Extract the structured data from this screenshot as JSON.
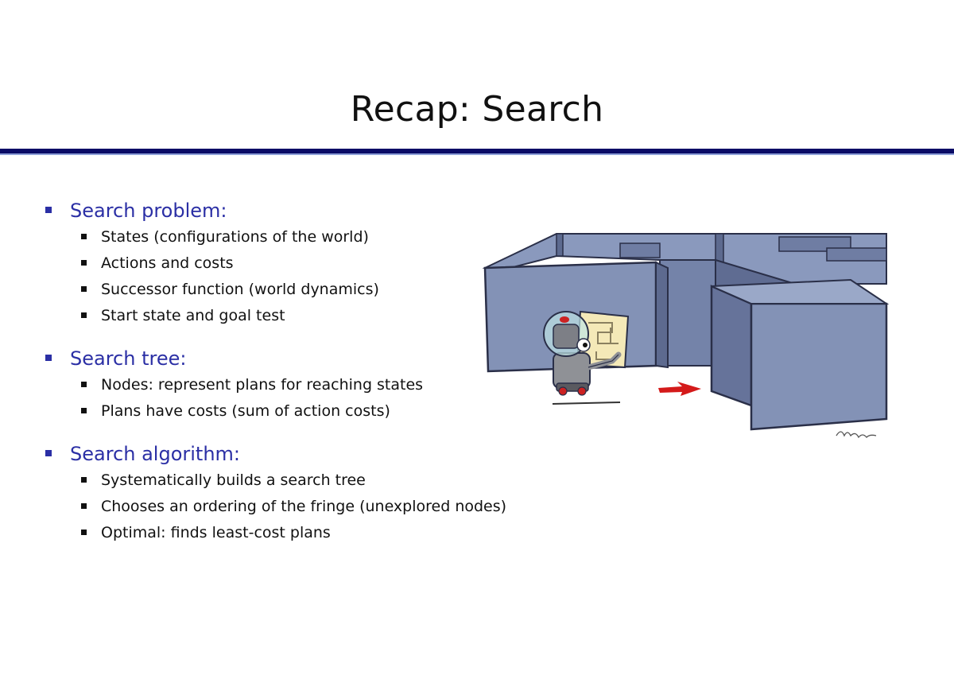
{
  "slide": {
    "title": "Recap: Search",
    "sections": [
      {
        "heading": "Search problem:",
        "items": [
          "States (configurations of the world)",
          "Actions and costs",
          "Successor function (world dynamics)",
          "Start state and goal test"
        ]
      },
      {
        "heading": "Search tree:",
        "items": [
          "Nodes: represent plans for reaching states",
          "Plans have costs (sum of action costs)"
        ]
      },
      {
        "heading": "Search algorithm:",
        "items": [
          "Systematically builds a search tree",
          "Chooses an ordering of the fringe (unexplored nodes)",
          "Optimal: finds least-cost plans"
        ]
      }
    ]
  },
  "colors": {
    "heading": "#2b2fa5",
    "rule": "#0b0c66",
    "maze_wall": "#8392b6",
    "arrow": "#d41a1a"
  },
  "illustration": {
    "icon": "robot-in-maze-illustration",
    "signature": "Ketrina Yim"
  }
}
